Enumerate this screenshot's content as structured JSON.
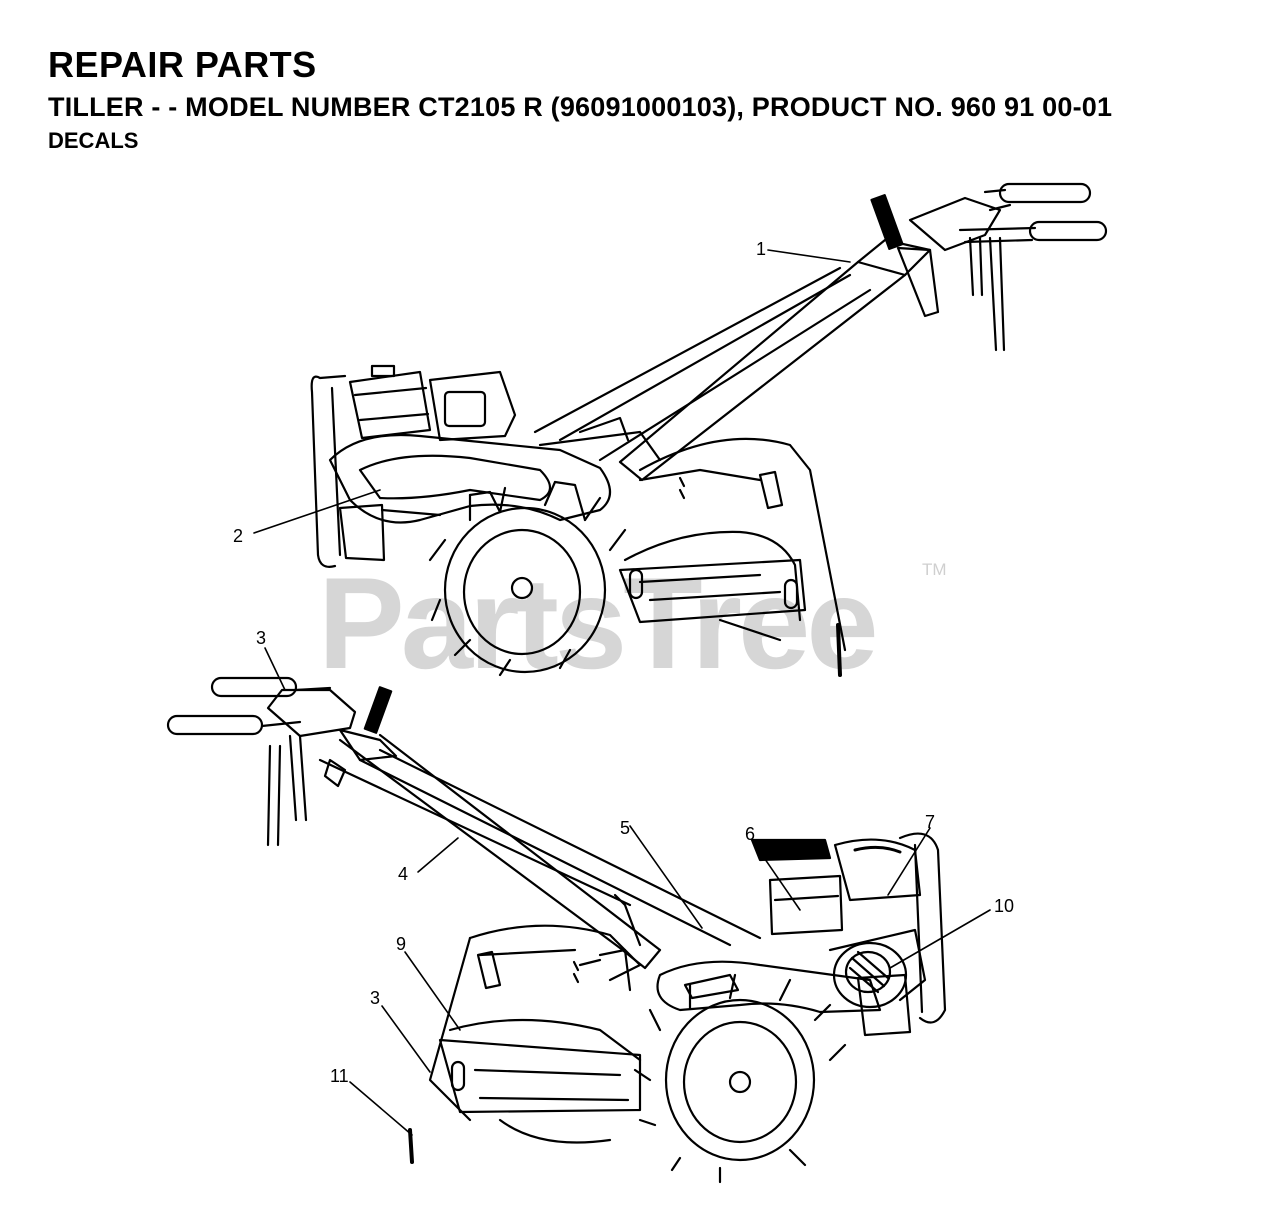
{
  "header": {
    "title": "REPAIR PARTS",
    "subtitle": "TILLER - - MODEL NUMBER CT2105 R (96091000103), PRODUCT NO. 960 91 00-01",
    "section": "DECALS"
  },
  "watermark": {
    "text": "PartsTree",
    "mark": "TM",
    "color": "#d6d6d6"
  },
  "callouts": [
    "1",
    "2",
    "3",
    "3",
    "4",
    "5",
    "6",
    "7",
    "9",
    "10",
    "11"
  ]
}
